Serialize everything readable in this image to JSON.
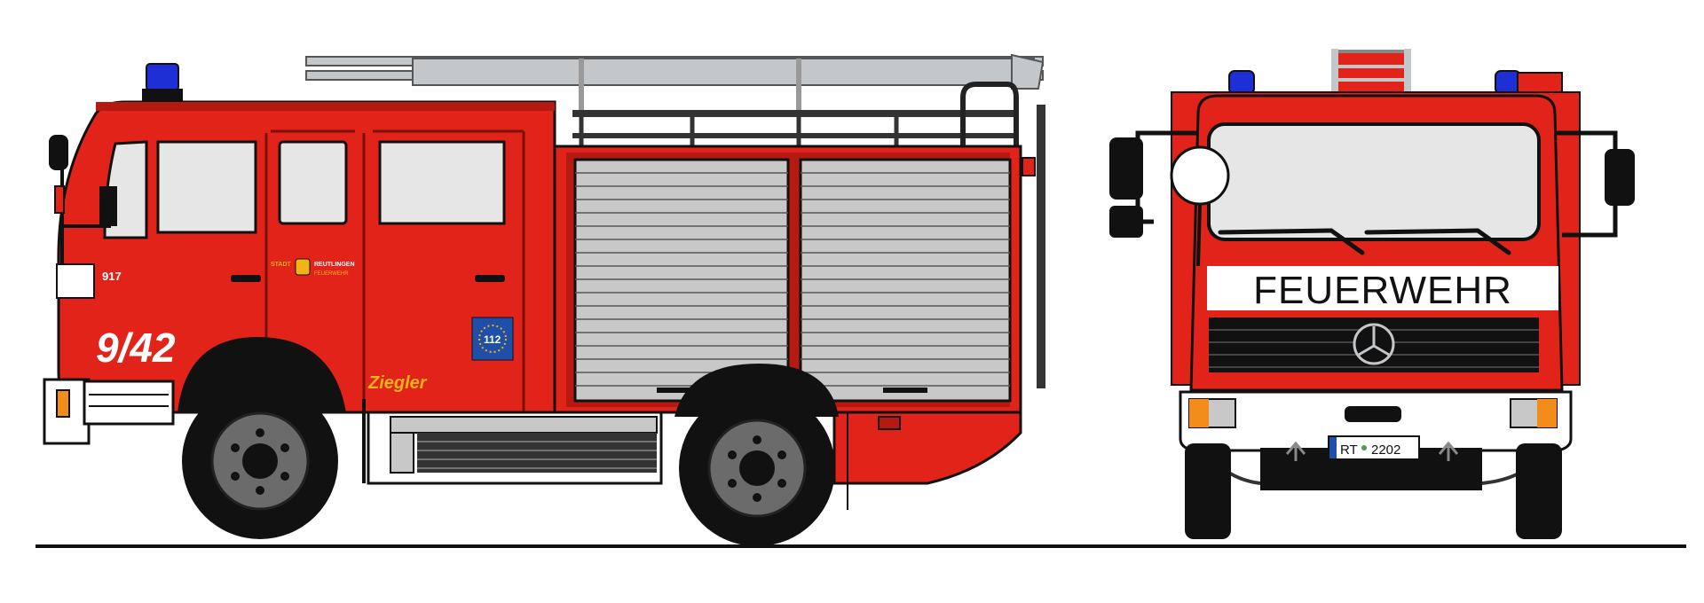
{
  "side_view": {
    "unit_number": "9/42",
    "model_badge": "917",
    "door_crest_left": "STADT",
    "door_crest_right": "REUTLINGEN",
    "door_crest_sub": "FEUERWEHR",
    "emergency_number": "112",
    "body_builder": "Ziegler"
  },
  "front_view": {
    "header_text": "FEUERWEHR",
    "plate_prefix": "RT",
    "plate_number": "2202"
  },
  "colors": {
    "fire_red": "#E2231A",
    "dark_red": "#B51A12",
    "window_gray": "#E6E6E6",
    "shutter_gray": "#C8C8C8",
    "beacon_blue": "#1E2FD6",
    "ladder_gray": "#C3C7C9",
    "tire_black": "#111111",
    "rim_gray": "#6B6B6B",
    "ziegler_gold": "#F2B318",
    "euro_blue": "#1F4FA8",
    "indicator_orange": "#F28C1A"
  }
}
